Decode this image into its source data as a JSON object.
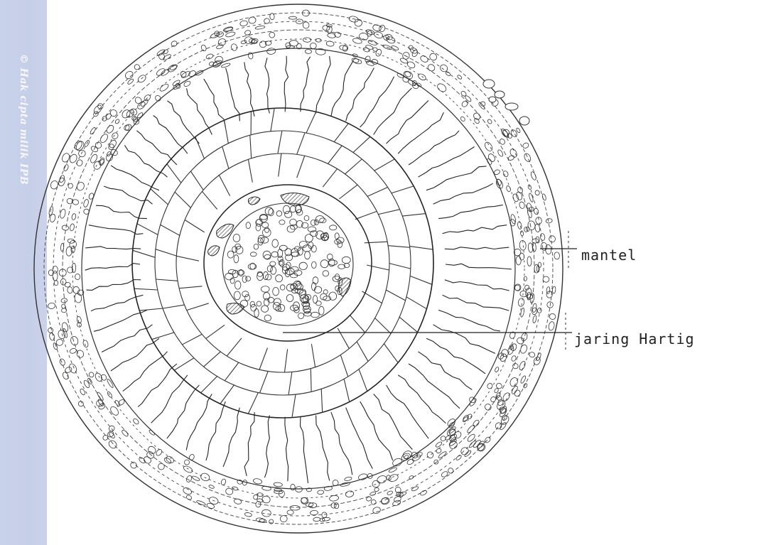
{
  "watermark": {
    "text": "© Hak cipta milik IPB"
  },
  "labels": {
    "mantel": "mantel",
    "hartig_net": "jaring Hartig"
  }
}
